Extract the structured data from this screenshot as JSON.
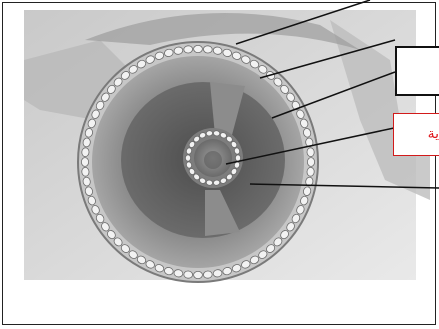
{
  "diagram": {
    "labels": [
      {
        "id": "label-1",
        "text": ""
      },
      {
        "id": "label-2",
        "text": ""
      },
      {
        "id": "label-3",
        "text": ""
      },
      {
        "id": "label-4",
        "text": "ية"
      },
      {
        "id": "label-5",
        "text": ""
      }
    ],
    "colors": {
      "outline": "#222222",
      "accent_red": "#e0151a"
    }
  }
}
